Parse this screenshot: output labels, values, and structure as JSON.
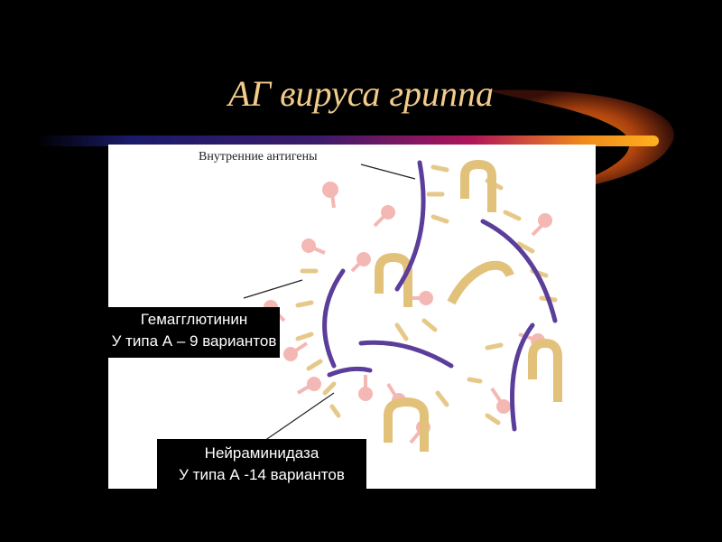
{
  "slide": {
    "title": "АГ вируса гриппа",
    "colors": {
      "background": "#000000",
      "title": "#f2cc8a",
      "membrane": "#5b3d9a",
      "internal": "#e2c27a",
      "neuraminidase": "#f4b8b4",
      "spike": "#e6c98a"
    }
  },
  "diagram": {
    "internal_label": "Внутренние антигены",
    "hemagglutinin": {
      "name": "Гемагглютинин",
      "variants": "У типа А – 9 вариантов"
    },
    "neuraminidase": {
      "name": "Нейраминидаза",
      "variants": "У типа А -14 вариантов"
    }
  }
}
